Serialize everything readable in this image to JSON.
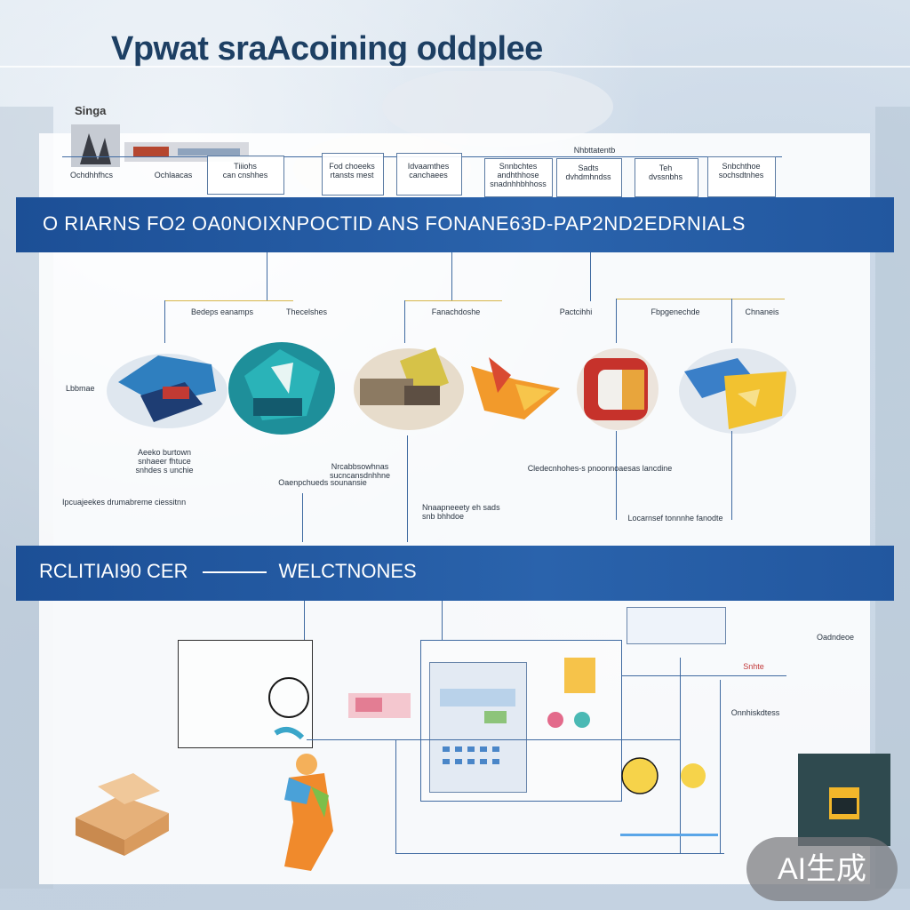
{
  "header": {
    "title": "Vpwat  sraAcoining oddplee"
  },
  "top_labels": [
    "Singa",
    "Ochdhhfhcs",
    "Ochlaacas",
    "Tiiiohs\ncan cnshhes",
    "Fod choeeks\nrtansts mest",
    "Idvaamthes\ncanchaees",
    "Snnbchtes\nandhthhose\nsnadnhhbhhoss",
    "Nhbttatentb",
    "Sadts\ndvhdmhndss",
    "Teh\ndvssnbhs",
    "Snbchthoe\nsochsdtnhes"
  ],
  "banner_top": "O RIARNS FO2 OA0NOIXNPOCTID ANS FONANE63D-PAP2ND2EDRNIALS",
  "process_labels": [
    "Bedeps eanamps",
    "Thecelshes",
    "Fanachdoshe",
    "Pactcihhi",
    "Fbpgenechde",
    "Chnaneis"
  ],
  "side_label": "Lbbmae",
  "lower_labels": [
    "Aeeko burtown\nsnhaeer fhtuce\nsnhdes s unchie",
    "Oaenpchueds sounansie",
    "Nrcabbsowhnas\nsucncansdnhhne",
    "Cledecnhohes-s  pnoonnoaesas  lancdine",
    "Ipcuajeekes  drumabreme  ciessitnn",
    "Nnaapneeety eh sads\nsnb bhhdoe",
    "Locarnsef tonnnhe fanodte"
  ],
  "banner_bottom": {
    "left": "RCLITIAI90 CER",
    "right": "WELCTNONES"
  },
  "side_right_labels": [
    "Oadndeoe",
    "Snhte",
    "Onnhiskdtess"
  ],
  "badge": "AI生成",
  "colors": {
    "banner": "#1c4f96",
    "line": "#3f6aa1",
    "title": "#1d3f63"
  }
}
